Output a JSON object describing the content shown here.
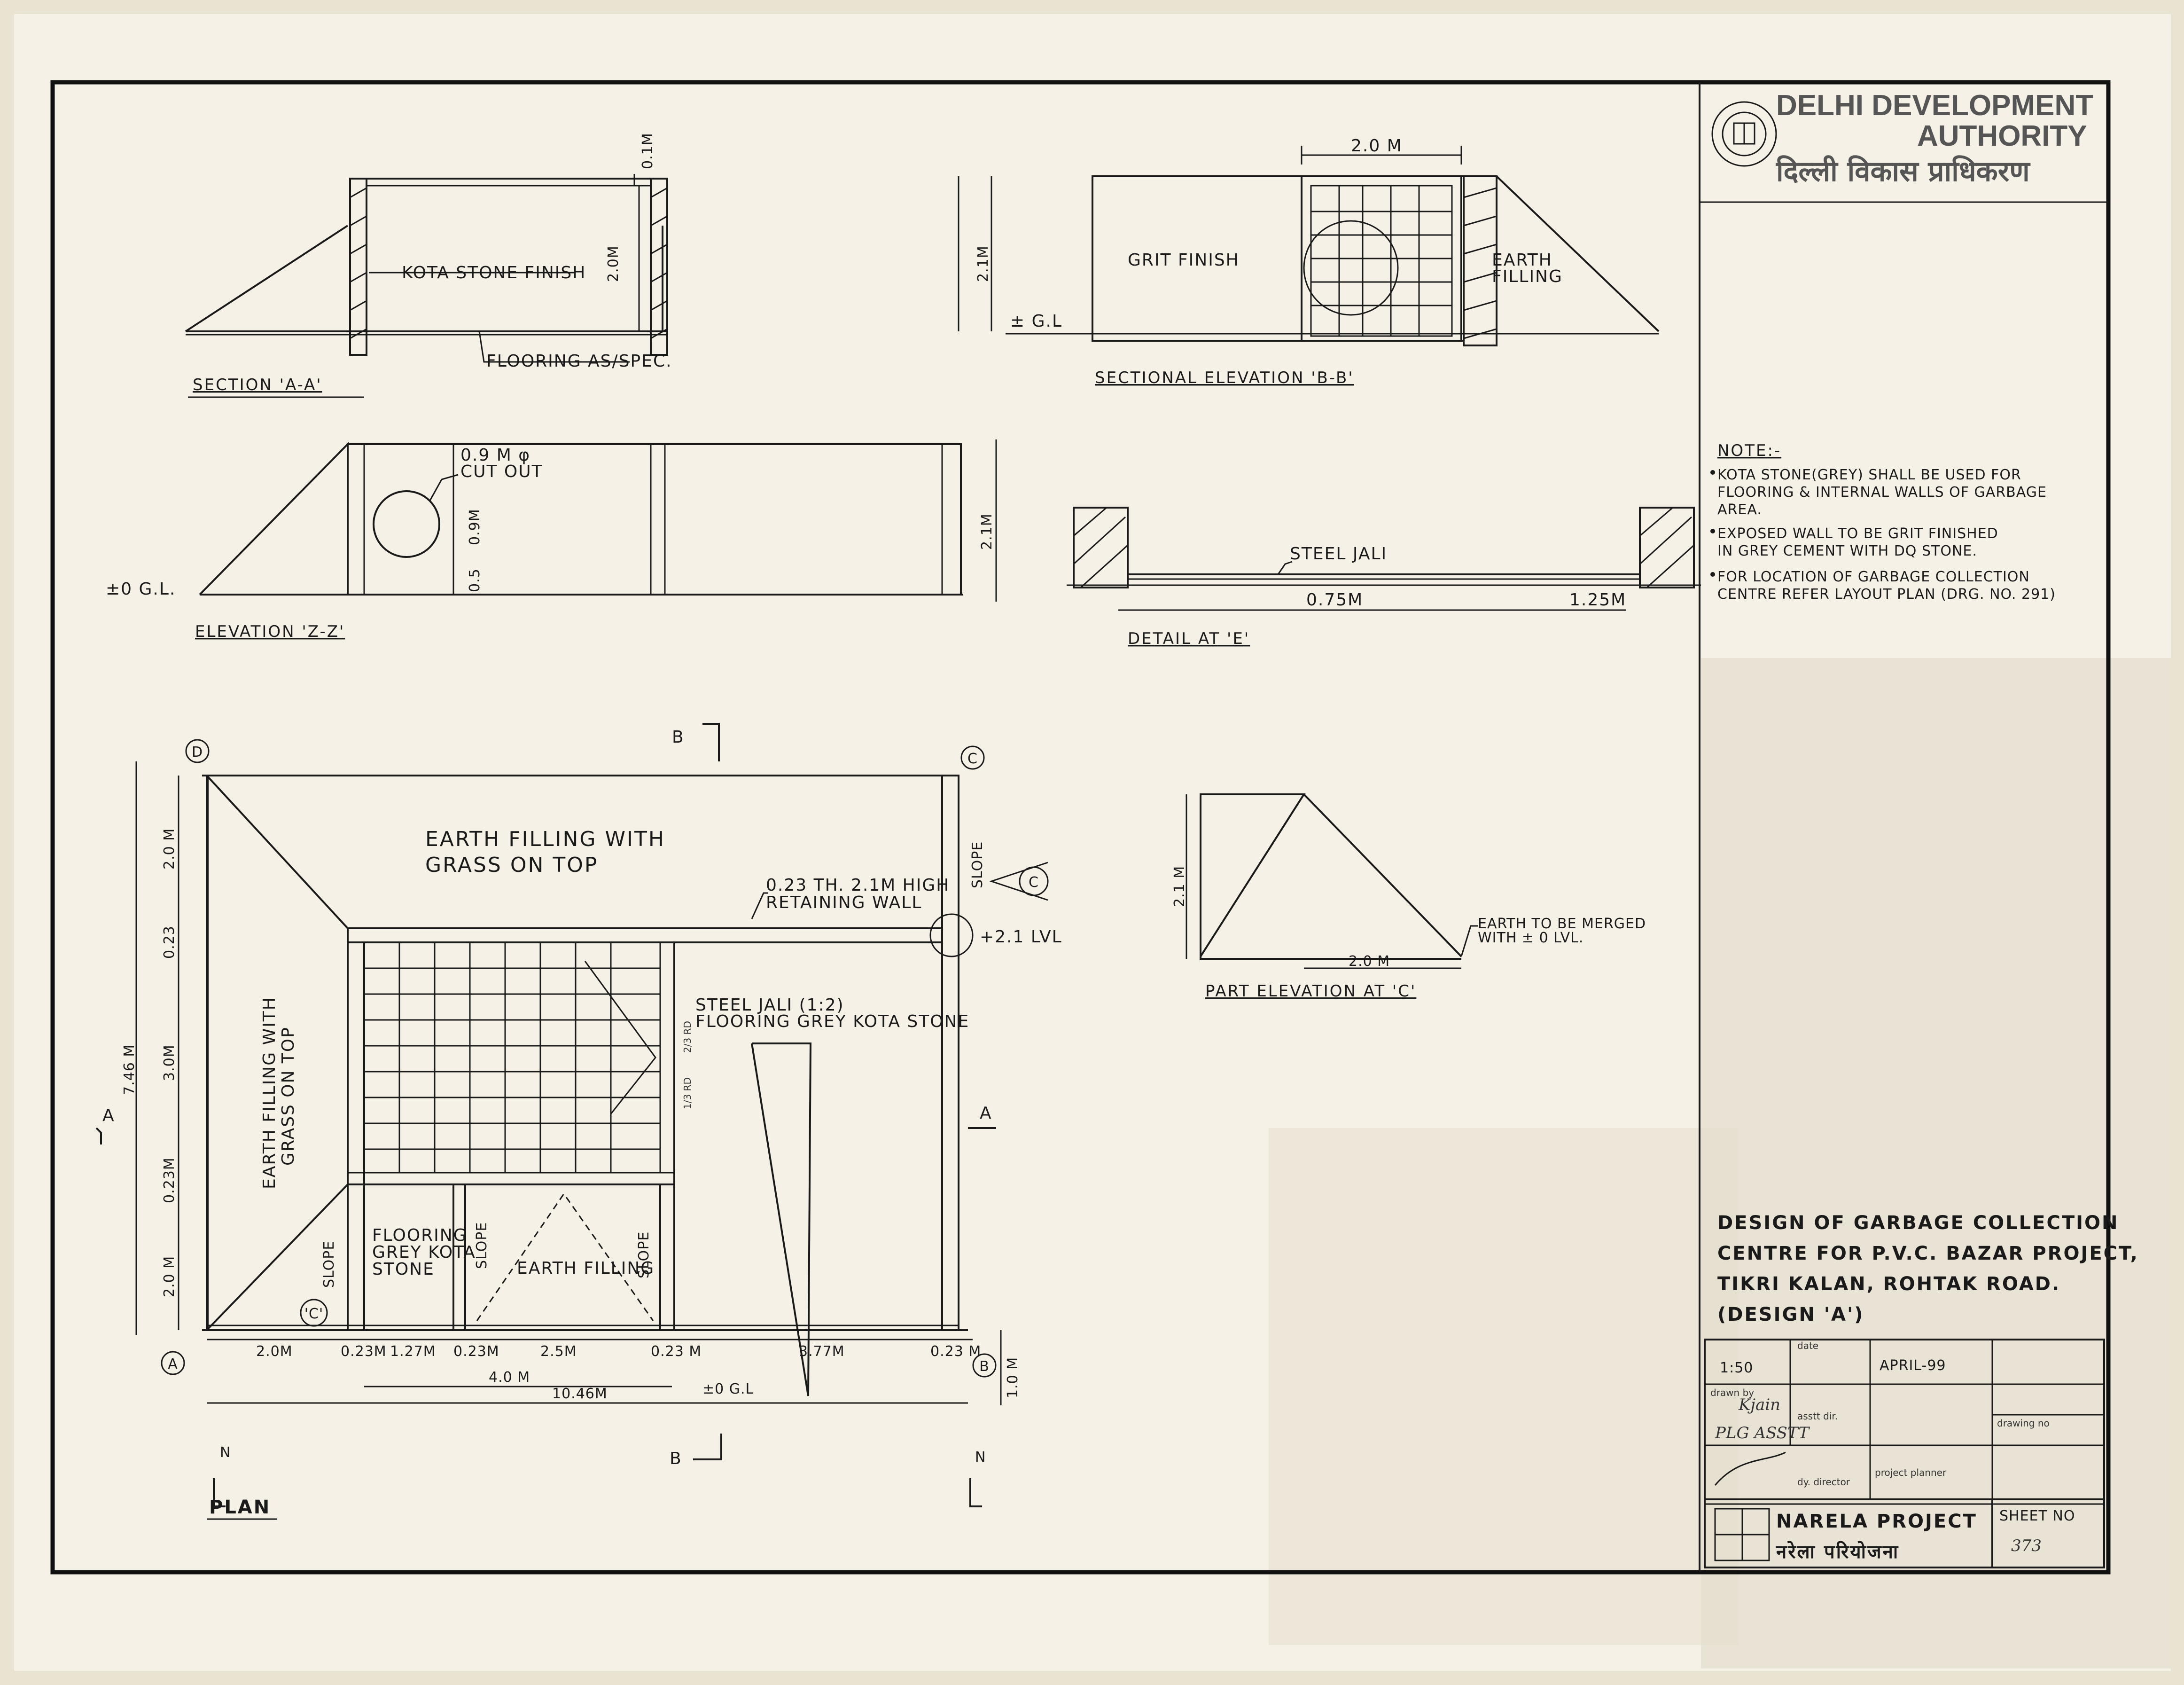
{
  "authority": {
    "name_line1": "DELHI DEVELOPMENT",
    "name_line2": "AUTHORITY",
    "name_hindi": "दिल्ली विकास प्राधिकरण"
  },
  "section_aa": {
    "title": "SECTION 'A-A'",
    "kota": "KOTA STONE FINISH",
    "flooring": "FLOORING AS/SPEC.",
    "dim_top": "0.1M",
    "dim_inner": "2.0M",
    "dim_height": "2.1M"
  },
  "section_bb": {
    "title": "SECTIONAL ELEVATION 'B-B'",
    "width": "2.0 M",
    "grit": "GRIT FINISH",
    "earth": "EARTH",
    "filling": "FILLING",
    "gl": "± G.L"
  },
  "elevation_zz": {
    "title": "ELEVATION 'Z-Z'",
    "cut1": "0.9 M φ",
    "cut2": "CUT OUT",
    "dim_09": "0.9M",
    "dim_05": "0.5",
    "dim_21": "2.1M",
    "gl": "±0 G.L."
  },
  "detail_e": {
    "title": "DETAIL AT 'E'",
    "jali": "STEEL JALI",
    "dim1": "0.75M",
    "dim2": "1.25M"
  },
  "notes": {
    "heading": "NOTE:-",
    "items": [
      [
        "KOTA STONE(GREY) SHALL BE USED FOR",
        "FLOORING & INTERNAL WALLS OF GARBAGE",
        "AREA."
      ],
      [
        "EXPOSED WALL TO BE GRIT FINISHED",
        "IN GREY CEMENT WITH DQ STONE."
      ],
      [
        "FOR LOCATION OF GARBAGE COLLECTION",
        "CENTRE REFER LAYOUT PLAN (DRG. NO. 291)"
      ]
    ]
  },
  "plan": {
    "title": "PLAN",
    "grid": {
      "a": "A",
      "b": "B",
      "c": "C",
      "d": "D",
      "cc": "'C'"
    },
    "earth_top1": "EARTH FILLING WITH",
    "earth_top2": "GRASS ON TOP",
    "earth_left1": "EARTH FILLING WITH",
    "earth_left2": "GRASS ON TOP",
    "wall1": "0.23 TH. 2.1M HIGH",
    "wall2": "RETAINING WALL",
    "lvl": "+2.1 LVL",
    "jali1": "STEEL JALI (1:2)",
    "jali2": "FLOORING GREY KOTA STONE",
    "flooring1": "FLOORING",
    "flooring2": "GREY KOTA",
    "flooring3": "STONE",
    "earth_center": "EARTH FILLING",
    "slope": "SLOPE",
    "two_third": "2/3 RD",
    "one_third": "1/3 RD",
    "cut_a": "A",
    "cut_b": "B",
    "north": "N",
    "dims_bottom": [
      "2.0M",
      "0.23M",
      "1.27M",
      "0.23M",
      "2.5M",
      "0.23 M",
      "3.77M",
      "0.23 M"
    ],
    "dim_40": "4.0 M",
    "dim_total": "10.46M",
    "gl": "±0 G.L",
    "dim_right": "1.0 M",
    "dims_left": [
      "2.0 M",
      "0.23",
      "3.0M",
      "0.23M",
      "2.0 M"
    ],
    "dim_total_left": "7.46 M"
  },
  "part_elevation": {
    "title": "PART ELEVATION AT 'C'",
    "h": "2.1 M",
    "w": "2.0 M",
    "note1": "EARTH TO BE MERGED",
    "note2": "WITH ± 0 LVL."
  },
  "title_block": {
    "lines": [
      "DESIGN OF GARBAGE COLLECTION",
      "CENTRE FOR P.V.C. BAZAR PROJECT,",
      "TIKRI KALAN, ROHTAK ROAD.",
      "(DESIGN 'A')"
    ],
    "scale": "1:50",
    "date_label": "date",
    "date": "APRIL-99",
    "drawn_by": "drawn by",
    "drawn_name": "Kjain",
    "plg": "PLG ASSTT",
    "asst_dir": "asstt dir.",
    "dy_director": "dy. director",
    "project_planner": "project planner",
    "drawing_no": "drawing no",
    "project": "NARELA PROJECT",
    "project_hindi": "नरेला परियोजना",
    "sheet_no_label": "SHEET NO",
    "sheet_no": "373"
  }
}
